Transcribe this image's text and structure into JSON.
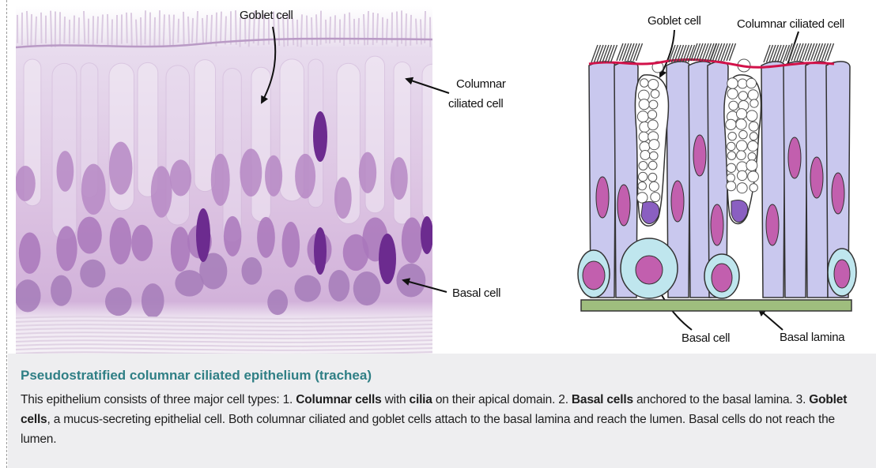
{
  "micrograph": {
    "labels": {
      "goblet": "Goblet cell",
      "columnar_line1": "Columnar",
      "columnar_line2": "ciliated cell",
      "basal": "Basal cell"
    }
  },
  "schematic": {
    "labels": {
      "goblet": "Goblet cell",
      "columnar": "Columnar ciliated cell",
      "basal": "Basal cell",
      "basal_lamina": "Basal lamina"
    }
  },
  "caption": {
    "title": "Pseudostratified columnar ciliated epithelium (trachea)",
    "parts": [
      {
        "text": "This epithelium consists of three major cell types: 1. ",
        "bold": false
      },
      {
        "text": "Columnar cells",
        "bold": true
      },
      {
        "text": " with ",
        "bold": false
      },
      {
        "text": "cilia",
        "bold": true
      },
      {
        "text": " on their apical domain. 2. ",
        "bold": false
      },
      {
        "text": "Basal cells",
        "bold": true
      },
      {
        "text": " anchored to the basal lamina. 3. ",
        "bold": false
      },
      {
        "text": "Goblet cells",
        "bold": true
      },
      {
        "text": ", a mucus-secreting epithelial cell. Both columnar ciliated and goblet cells attach to the basal lamina and reach the lumen. Basal cells do not reach the lumen.",
        "bold": false
      }
    ]
  },
  "colors": {
    "caption_title": "#2f7f85",
    "columnar_cell": "#c9c8ee",
    "nucleus": "#c25fae",
    "basal_cell": "#bfe6ee",
    "basal_lamina": "#9fbe7e",
    "apical_border": "#d2124a",
    "micrograph_bg": "#e7d9ec"
  }
}
